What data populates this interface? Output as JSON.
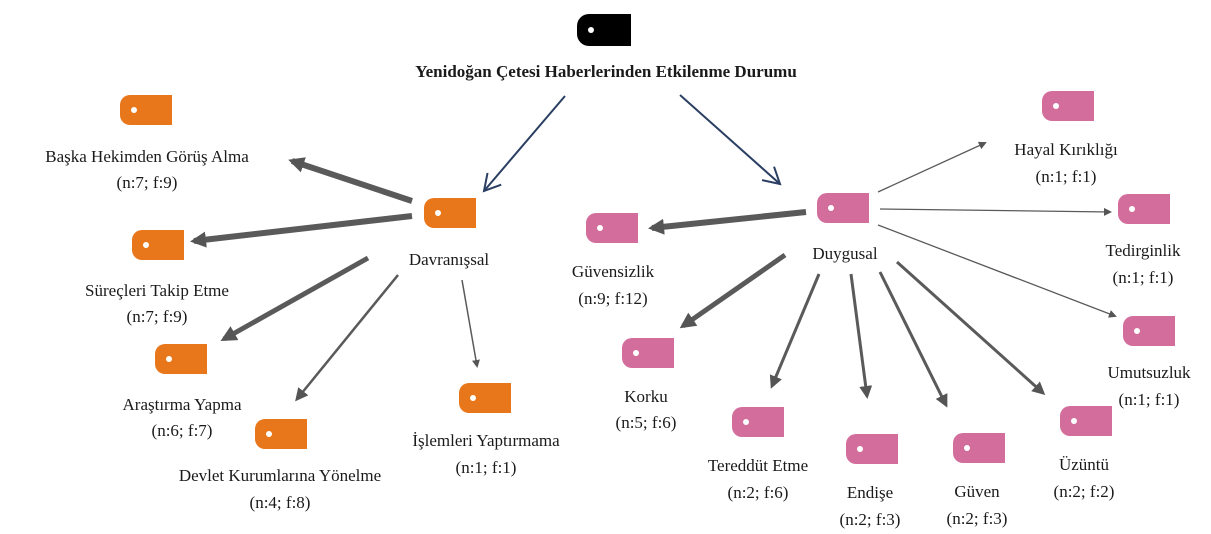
{
  "root": {
    "label": "Yenidoğan Çetesi Haberlerinden Etkilenme Durumu"
  },
  "branches": [
    {
      "label": "Davranışsal",
      "color": "#e8761a",
      "children": [
        {
          "label": "Başka Hekimden Görüş Alma",
          "stats": "(n:7; f:9)"
        },
        {
          "label": "Süreçleri Takip Etme",
          "stats": "(n:7; f:9)"
        },
        {
          "label": "Araştırma Yapma",
          "stats": "(n:6; f:7)"
        },
        {
          "label": "Devlet Kurumlarına Yönelme",
          "stats": "(n:4; f:8)"
        },
        {
          "label": "İşlemleri Yaptırmama",
          "stats": "(n:1; f:1)"
        }
      ]
    },
    {
      "label": "Duygusal",
      "color": "#d36e9c",
      "children": [
        {
          "label": "Güvensizlik",
          "stats": "(n:9; f:12)"
        },
        {
          "label": "Korku",
          "stats": "(n:5; f:6)"
        },
        {
          "label": "Tereddüt Etme",
          "stats": "(n:2; f:6)"
        },
        {
          "label": "Endişe",
          "stats": "(n:2; f:3)"
        },
        {
          "label": "Güven",
          "stats": "(n:2; f:3)"
        },
        {
          "label": "Üzüntü",
          "stats": "(n:2; f:2)"
        },
        {
          "label": "Hayal Kırıklığı",
          "stats": "(n:1; f:1)"
        },
        {
          "label": "Tedirginlik",
          "stats": "(n:1; f:1)"
        },
        {
          "label": "Umutsuzluk",
          "stats": "(n:1; f:1)"
        }
      ]
    }
  ],
  "colors": {
    "root": "#000000",
    "arrow": "#555555",
    "root_arrow": "#2b3f63"
  }
}
